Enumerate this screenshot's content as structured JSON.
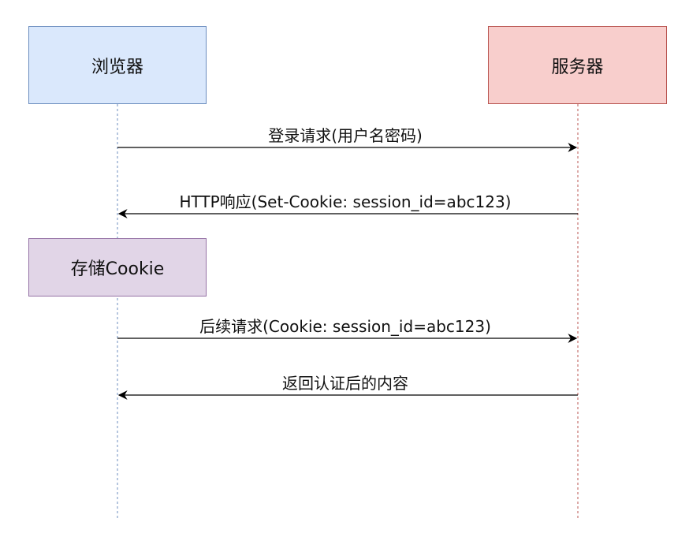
{
  "participants": {
    "browser": {
      "label": "浏览器",
      "fill": "#dae8fc",
      "stroke": "#6c8ebf"
    },
    "server": {
      "label": "服务器",
      "fill": "#f8cecc",
      "stroke": "#b85450"
    }
  },
  "note": {
    "label": "存储Cookie",
    "fill": "#e1d5e7",
    "stroke": "#9673a6"
  },
  "messages": [
    {
      "label": "登录请求(用户名密码)",
      "from": "browser",
      "to": "server"
    },
    {
      "label": "HTTP响应(Set-Cookie: session_id=abc123)",
      "from": "server",
      "to": "browser"
    },
    {
      "label": "后续请求(Cookie: session_id=abc123)",
      "from": "browser",
      "to": "server"
    },
    {
      "label": "返回认证后的内容",
      "from": "server",
      "to": "browser"
    }
  ]
}
